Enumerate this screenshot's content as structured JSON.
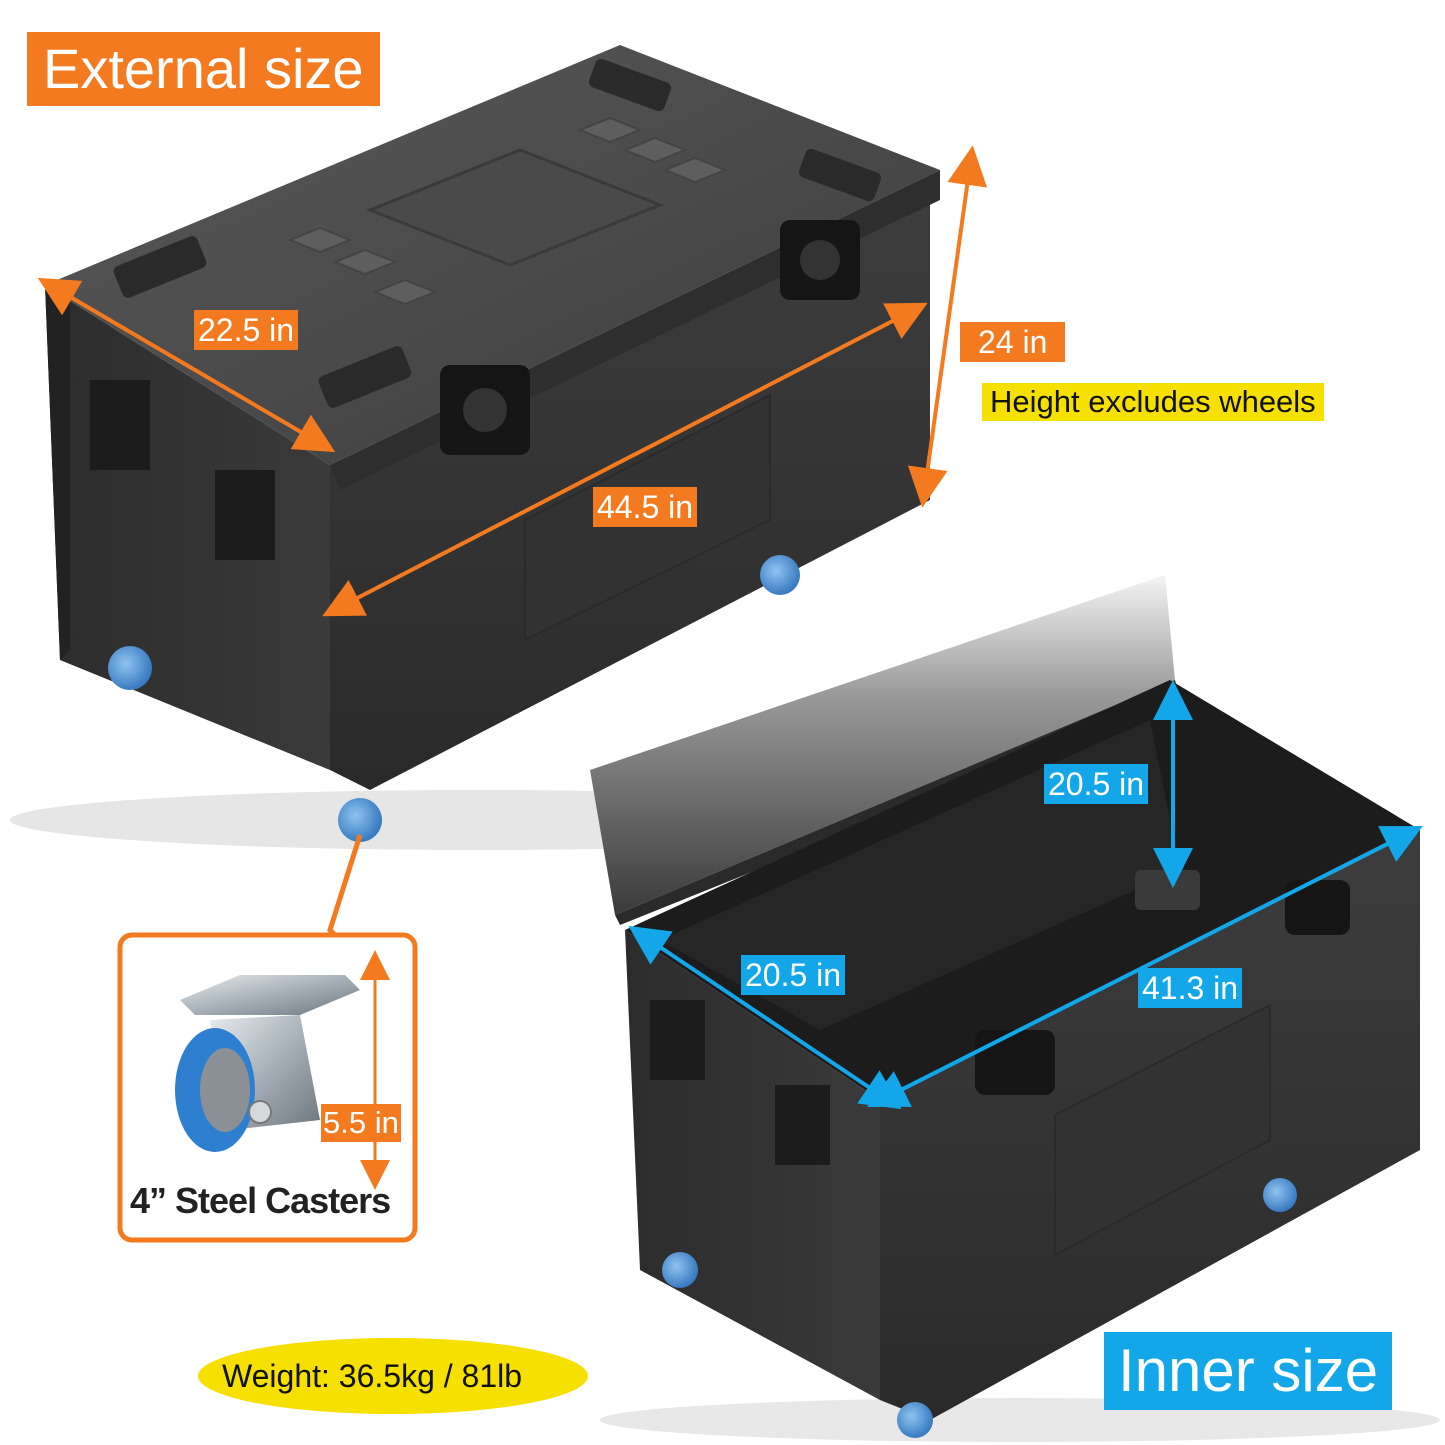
{
  "labels": {
    "external_title": "External size",
    "inner_title": "Inner size",
    "external_width": "22.5 in",
    "external_length": "44.5 in",
    "external_height": "24 in",
    "height_note": "Height excludes wheels",
    "inner_length": "41.3 in",
    "inner_width": "20.5 in",
    "inner_height": "20.5 in",
    "caster_height": "5.5 in",
    "caster_caption": "4” Steel Casters",
    "weight": "Weight: 36.5kg / 81lb"
  },
  "colors": {
    "accent_orange": "#f47a20",
    "accent_blue": "#13a7ea",
    "accent_yellow": "#f6e000",
    "case_dark": "#3a3a3a",
    "case_interior": "#1e1e1e",
    "wheel_blue": "#3a86d0"
  }
}
